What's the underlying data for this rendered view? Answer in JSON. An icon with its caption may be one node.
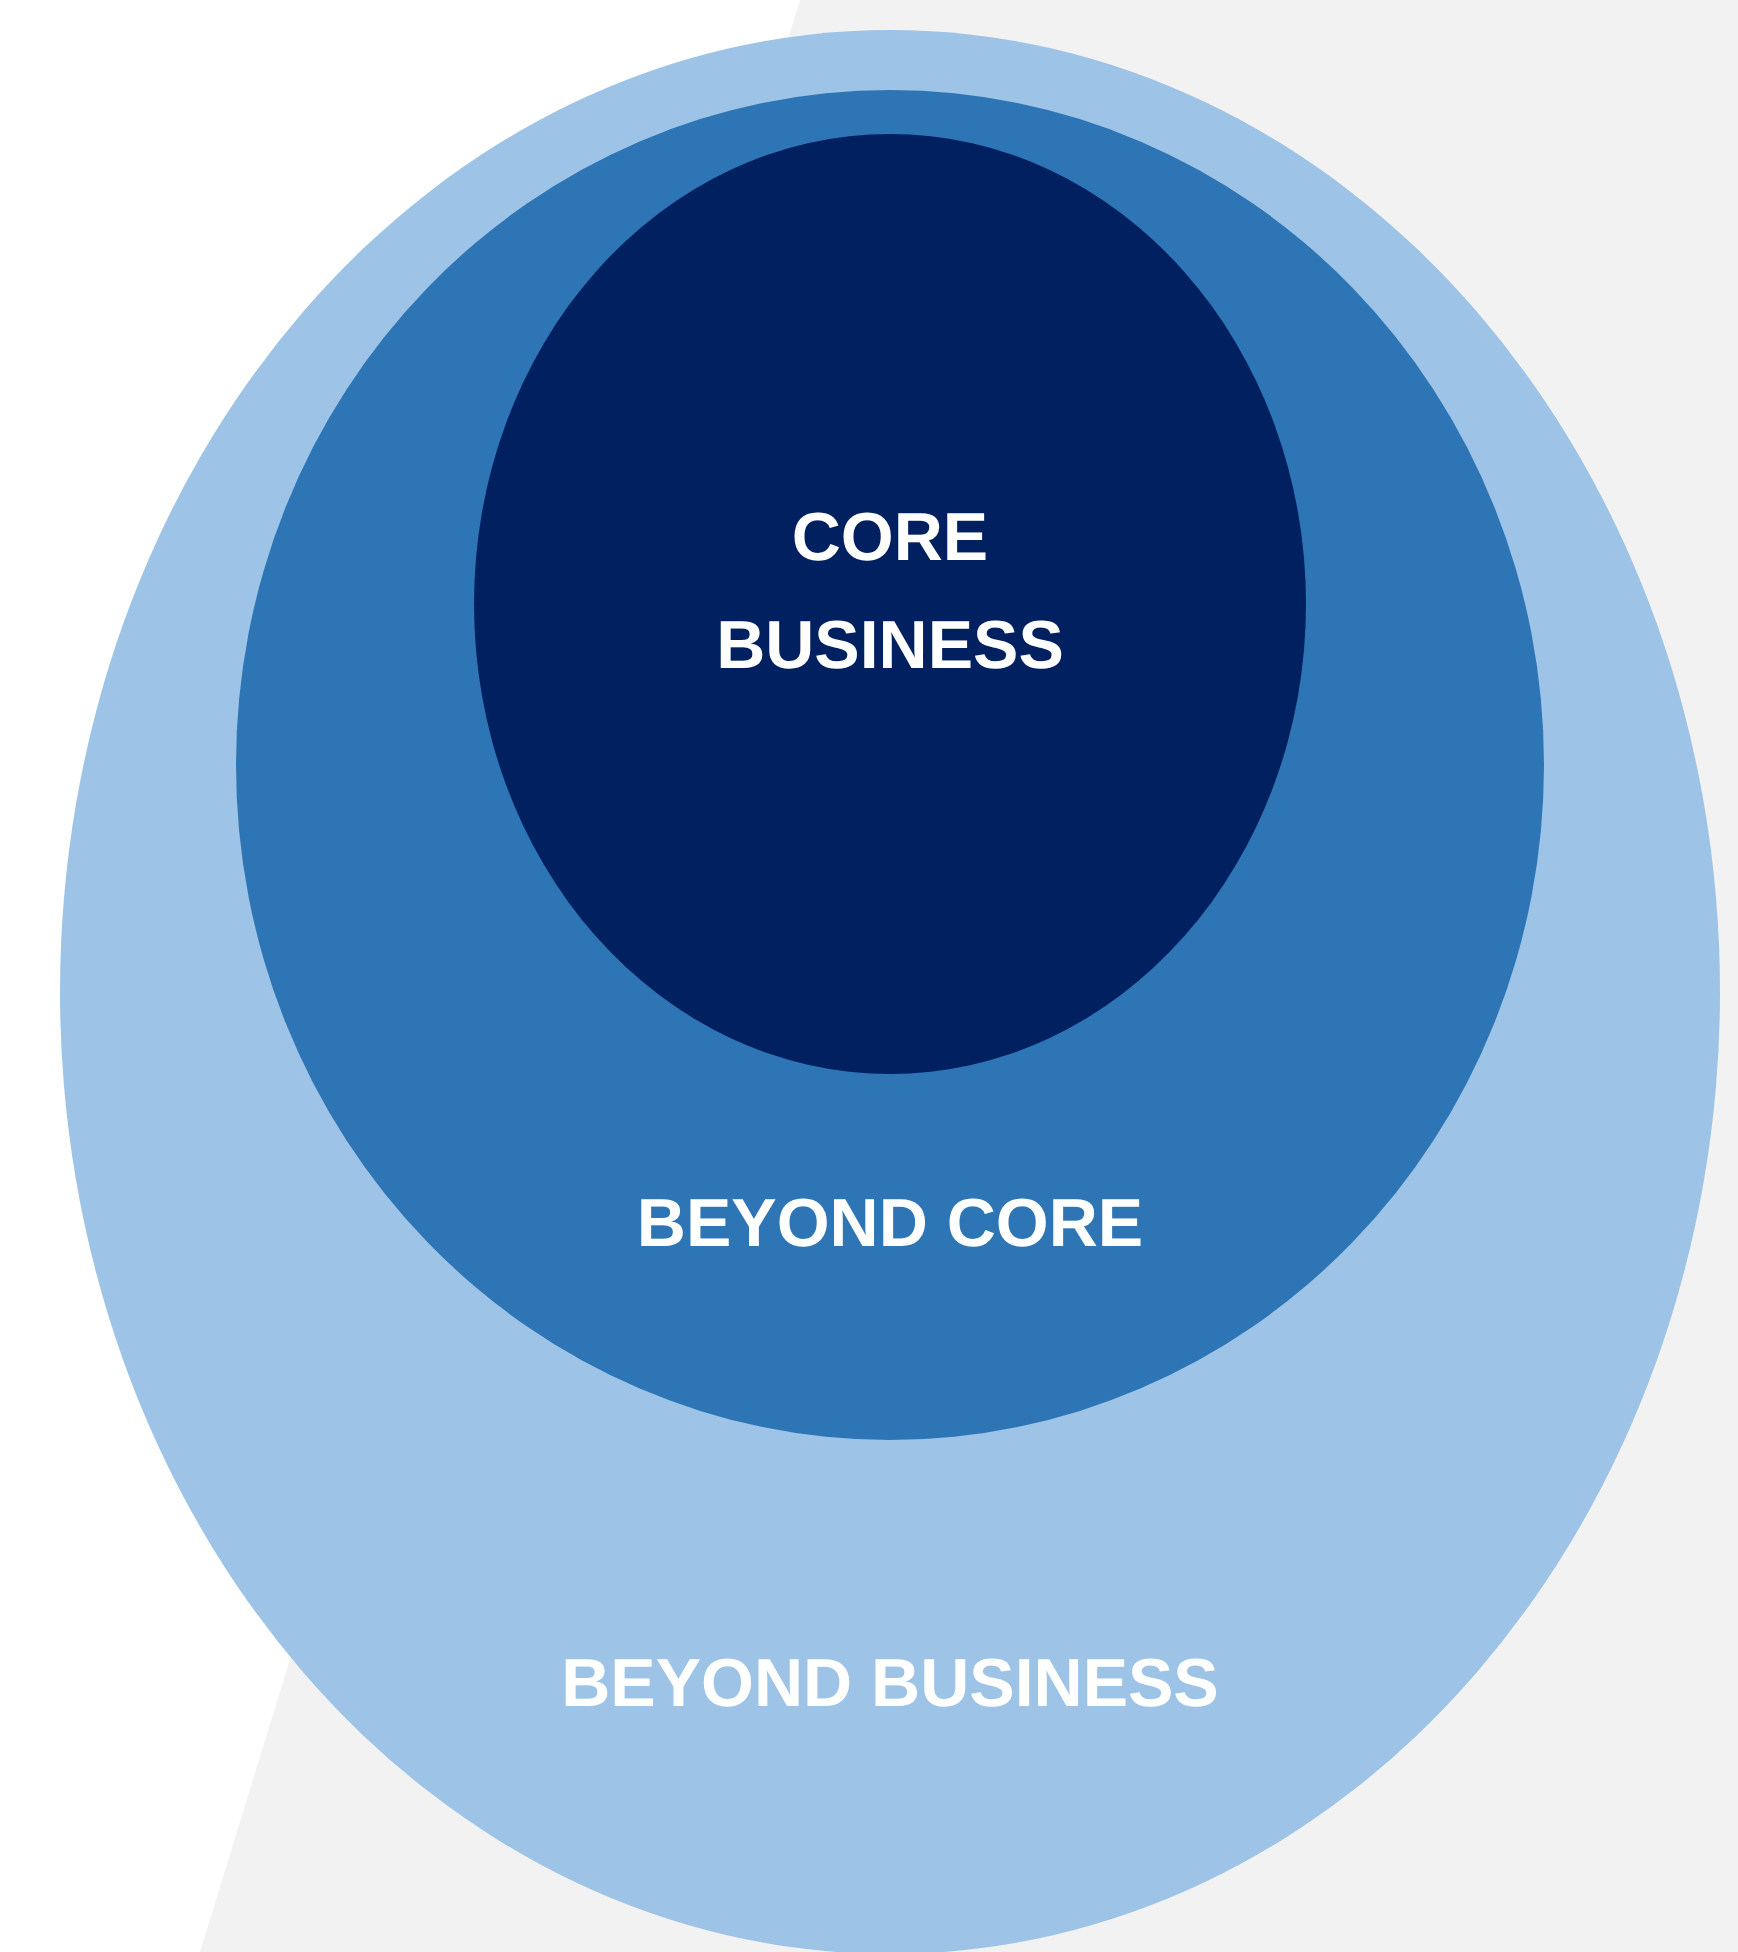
{
  "diagram": {
    "nodes": [
      {
        "text": [
          "BEYOND BUSINESS"
        ]
      },
      {
        "text": [
          "BEYOND CORE"
        ],
        "in": 0
      },
      {
        "text": [
          "CORE BUSINESS"
        ],
        "in": 1
      }
    ]
  }
}
